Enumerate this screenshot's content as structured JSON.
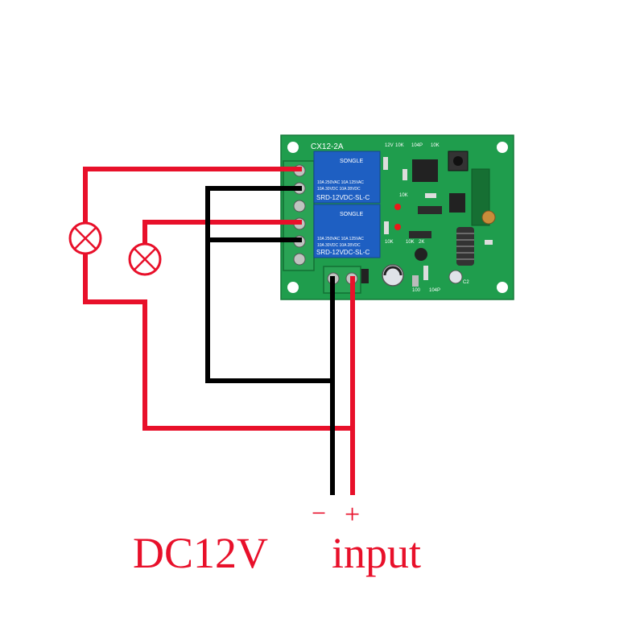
{
  "board": {
    "model": "CX12-2A",
    "silk_labels": [
      "12V",
      "10K",
      "104P",
      "10K",
      "10K",
      "10K",
      "2K",
      "10K",
      "100",
      "104P",
      "C2"
    ],
    "relays": [
      {
        "brand": "SONGLE",
        "rating1": "10A 250VAC  10A 125VAC",
        "rating2": "10A  30VDC  10A  28VDC",
        "model": "SRD-12VDC-SL-C"
      },
      {
        "brand": "SONGLE",
        "rating1": "10A 250VAC  10A 125VAC",
        "rating2": "10A  30VDC  10A  28VDC",
        "model": "SRD-12VDC-SL-C"
      }
    ]
  },
  "labels": {
    "minus": "−",
    "plus": "+",
    "voltage": "DC12V",
    "input": "input"
  },
  "colors": {
    "board": "#1f9d4d",
    "terminal": "#2aa355",
    "relay": "#1e5fc2",
    "wire_positive": "#e8102a",
    "wire_negative": "#000000",
    "label": "#e8102a"
  }
}
